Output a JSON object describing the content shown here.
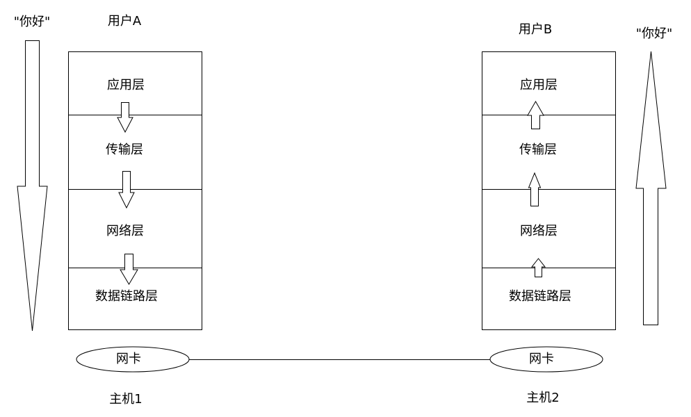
{
  "message": "\"你好\"",
  "host1": {
    "user": "用户A",
    "layers": [
      "应用层",
      "传输层",
      "网络层",
      "数据链路层"
    ],
    "nic": "网卡",
    "name": "主机1"
  },
  "host2": {
    "user": "用户B",
    "layers": [
      "应用层",
      "传输层",
      "网络层",
      "数据链路层"
    ],
    "nic": "网卡",
    "name": "主机2"
  }
}
